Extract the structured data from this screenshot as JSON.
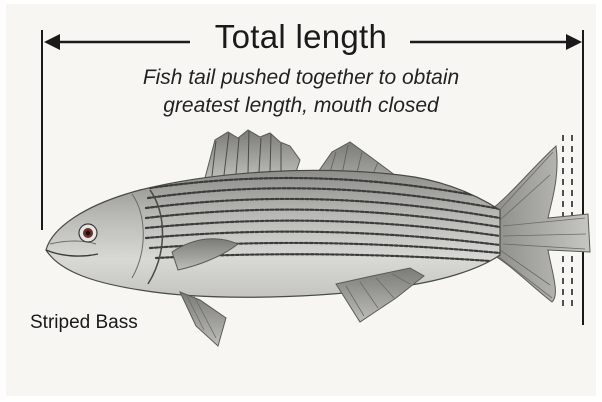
{
  "diagram": {
    "title": "Total length",
    "caption_lines": [
      "Fish tail pushed together to obtain",
      "greatest length, mouth closed"
    ],
    "species_label": "Striped Bass"
  },
  "colors": {
    "background": "#f7f6f3",
    "ink": "#1a1a1a",
    "fish_body": "#b9b9b5",
    "fish_stripes": "#3c3c3a"
  }
}
